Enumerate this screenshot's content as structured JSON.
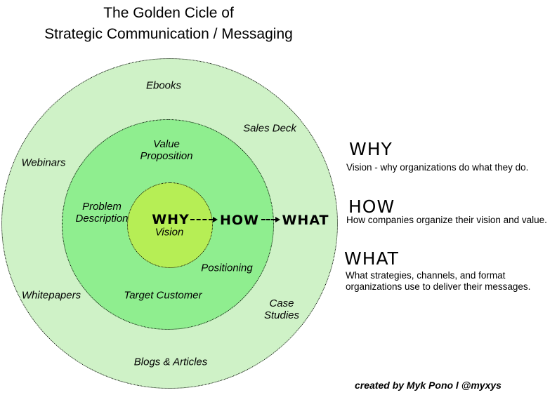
{
  "title": {
    "line1": "The Golden Cicle of",
    "line2": "Strategic Communication / Messaging"
  },
  "diagram": {
    "colors": {
      "outer_ring": "#cff2c7",
      "middle_ring": "#8fee8f",
      "inner_circle": "#b6ee55",
      "border": "#000000"
    },
    "labels": {
      "ebooks": "Ebooks",
      "sales_deck": "Sales Deck",
      "webinars": "Webinars",
      "whitepapers": "Whitepapers",
      "case_studies": "Case Studies",
      "blogs_articles": "Blogs & Articles",
      "value_proposition": "Value Proposition",
      "problem_description": "Problem Description",
      "target_customer": "Target Customer",
      "positioning": "Positioning"
    },
    "core": {
      "why": "WHY",
      "vision": "Vision",
      "how": "HOW",
      "what": "WHAT"
    }
  },
  "legend": {
    "why": {
      "heading": "WHY",
      "body": "Vision - why organizations do what they do."
    },
    "how": {
      "heading": "HOW",
      "body": "How companies organize their vision and value."
    },
    "what": {
      "heading": "WHAT",
      "body": "What strategies, channels, and format organizations use to deliver their messages."
    }
  },
  "credit": "created by Myk Pono l @myxys"
}
